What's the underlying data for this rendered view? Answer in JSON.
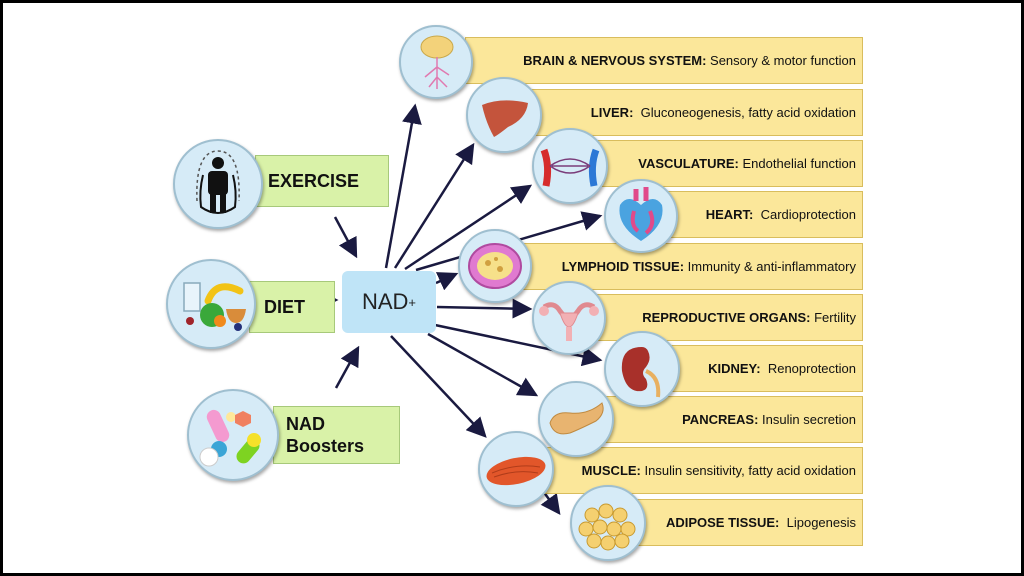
{
  "hub": {
    "base": "NAD",
    "sup": "+"
  },
  "inputs": {
    "exercise": "EXERCISE",
    "diet": "DIET",
    "boosters_line1": "NAD",
    "boosters_line2": "Boosters"
  },
  "organs": [
    {
      "name": "BRAIN & NERVOUS SYSTEM:",
      "effect": "Sensory & motor function",
      "icon": "brain-icon"
    },
    {
      "name": "LIVER:",
      "effect": "Gluconeogenesis, fatty acid oxidation",
      "icon": "liver-icon"
    },
    {
      "name": "VASCULATURE:",
      "effect": "Endothelial function",
      "icon": "vasculature-icon"
    },
    {
      "name": "HEART:",
      "effect": "Cardioprotection",
      "icon": "heart-icon"
    },
    {
      "name": "LYMPHOID TISSUE:",
      "effect": "Immunity & anti-inflammatory",
      "icon": "lymph-node-icon"
    },
    {
      "name": "REPRODUCTIVE ORGANS:",
      "effect": "Fertility",
      "icon": "uterus-icon"
    },
    {
      "name": "KIDNEY:",
      "effect": "Renoprotection",
      "icon": "kidney-icon"
    },
    {
      "name": "PANCREAS:",
      "effect": "Insulin secretion",
      "icon": "pancreas-icon"
    },
    {
      "name": "MUSCLE:",
      "effect": "Insulin sensitivity, fatty acid oxidation",
      "icon": "muscle-icon"
    },
    {
      "name": "ADIPOSE TISSUE:",
      "effect": "Lipogenesis",
      "icon": "fat-cells-icon"
    }
  ],
  "colors": {
    "hub": "#bfe4f7",
    "input_box": "#d9f2a8",
    "organ_bar": "#fbe79a",
    "circle": "#d6ebf7",
    "arrow": "#1a1a40"
  }
}
